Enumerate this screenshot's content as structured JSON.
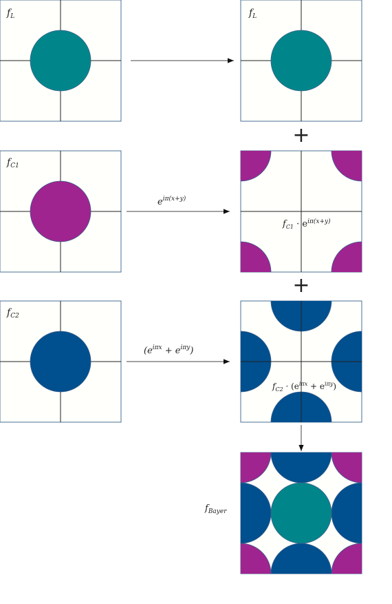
{
  "colors": {
    "luma": "#00868a",
    "chroma1": "#a0248f",
    "chroma2": "#004f8f"
  },
  "labels": {
    "fL_src": "f",
    "fL_src_sub": "L",
    "fL_dst": "f",
    "fL_dst_sub": "L",
    "fC1_src": "f",
    "fC1_src_sub": "C1",
    "fC2_src": "f",
    "fC2_src_sub": "C2",
    "mod1_base": "e",
    "mod1_exp": "iπ(x+y)",
    "mod1_product": "f",
    "mod1_product_sub": "C1",
    "mod1_product_rest": " · e",
    "mod1_product_exp": "iπ(x+y)",
    "mod2_open": "(e",
    "mod2_exp1": "iπx",
    "mod2_mid": " + e",
    "mod2_exp2": "iπy",
    "mod2_close": ")",
    "mod2_product": "f",
    "mod2_product_sub": "C2",
    "mod2_product_rest": " · (e",
    "mod2_product_exp1": "iπx",
    "mod2_product_mid": " + e",
    "mod2_product_exp2": "iπy",
    "mod2_product_close": ")",
    "bayer": "f",
    "bayer_sub": "Bayer"
  },
  "operators": {
    "plus_1": "+",
    "plus_2": "+"
  }
}
